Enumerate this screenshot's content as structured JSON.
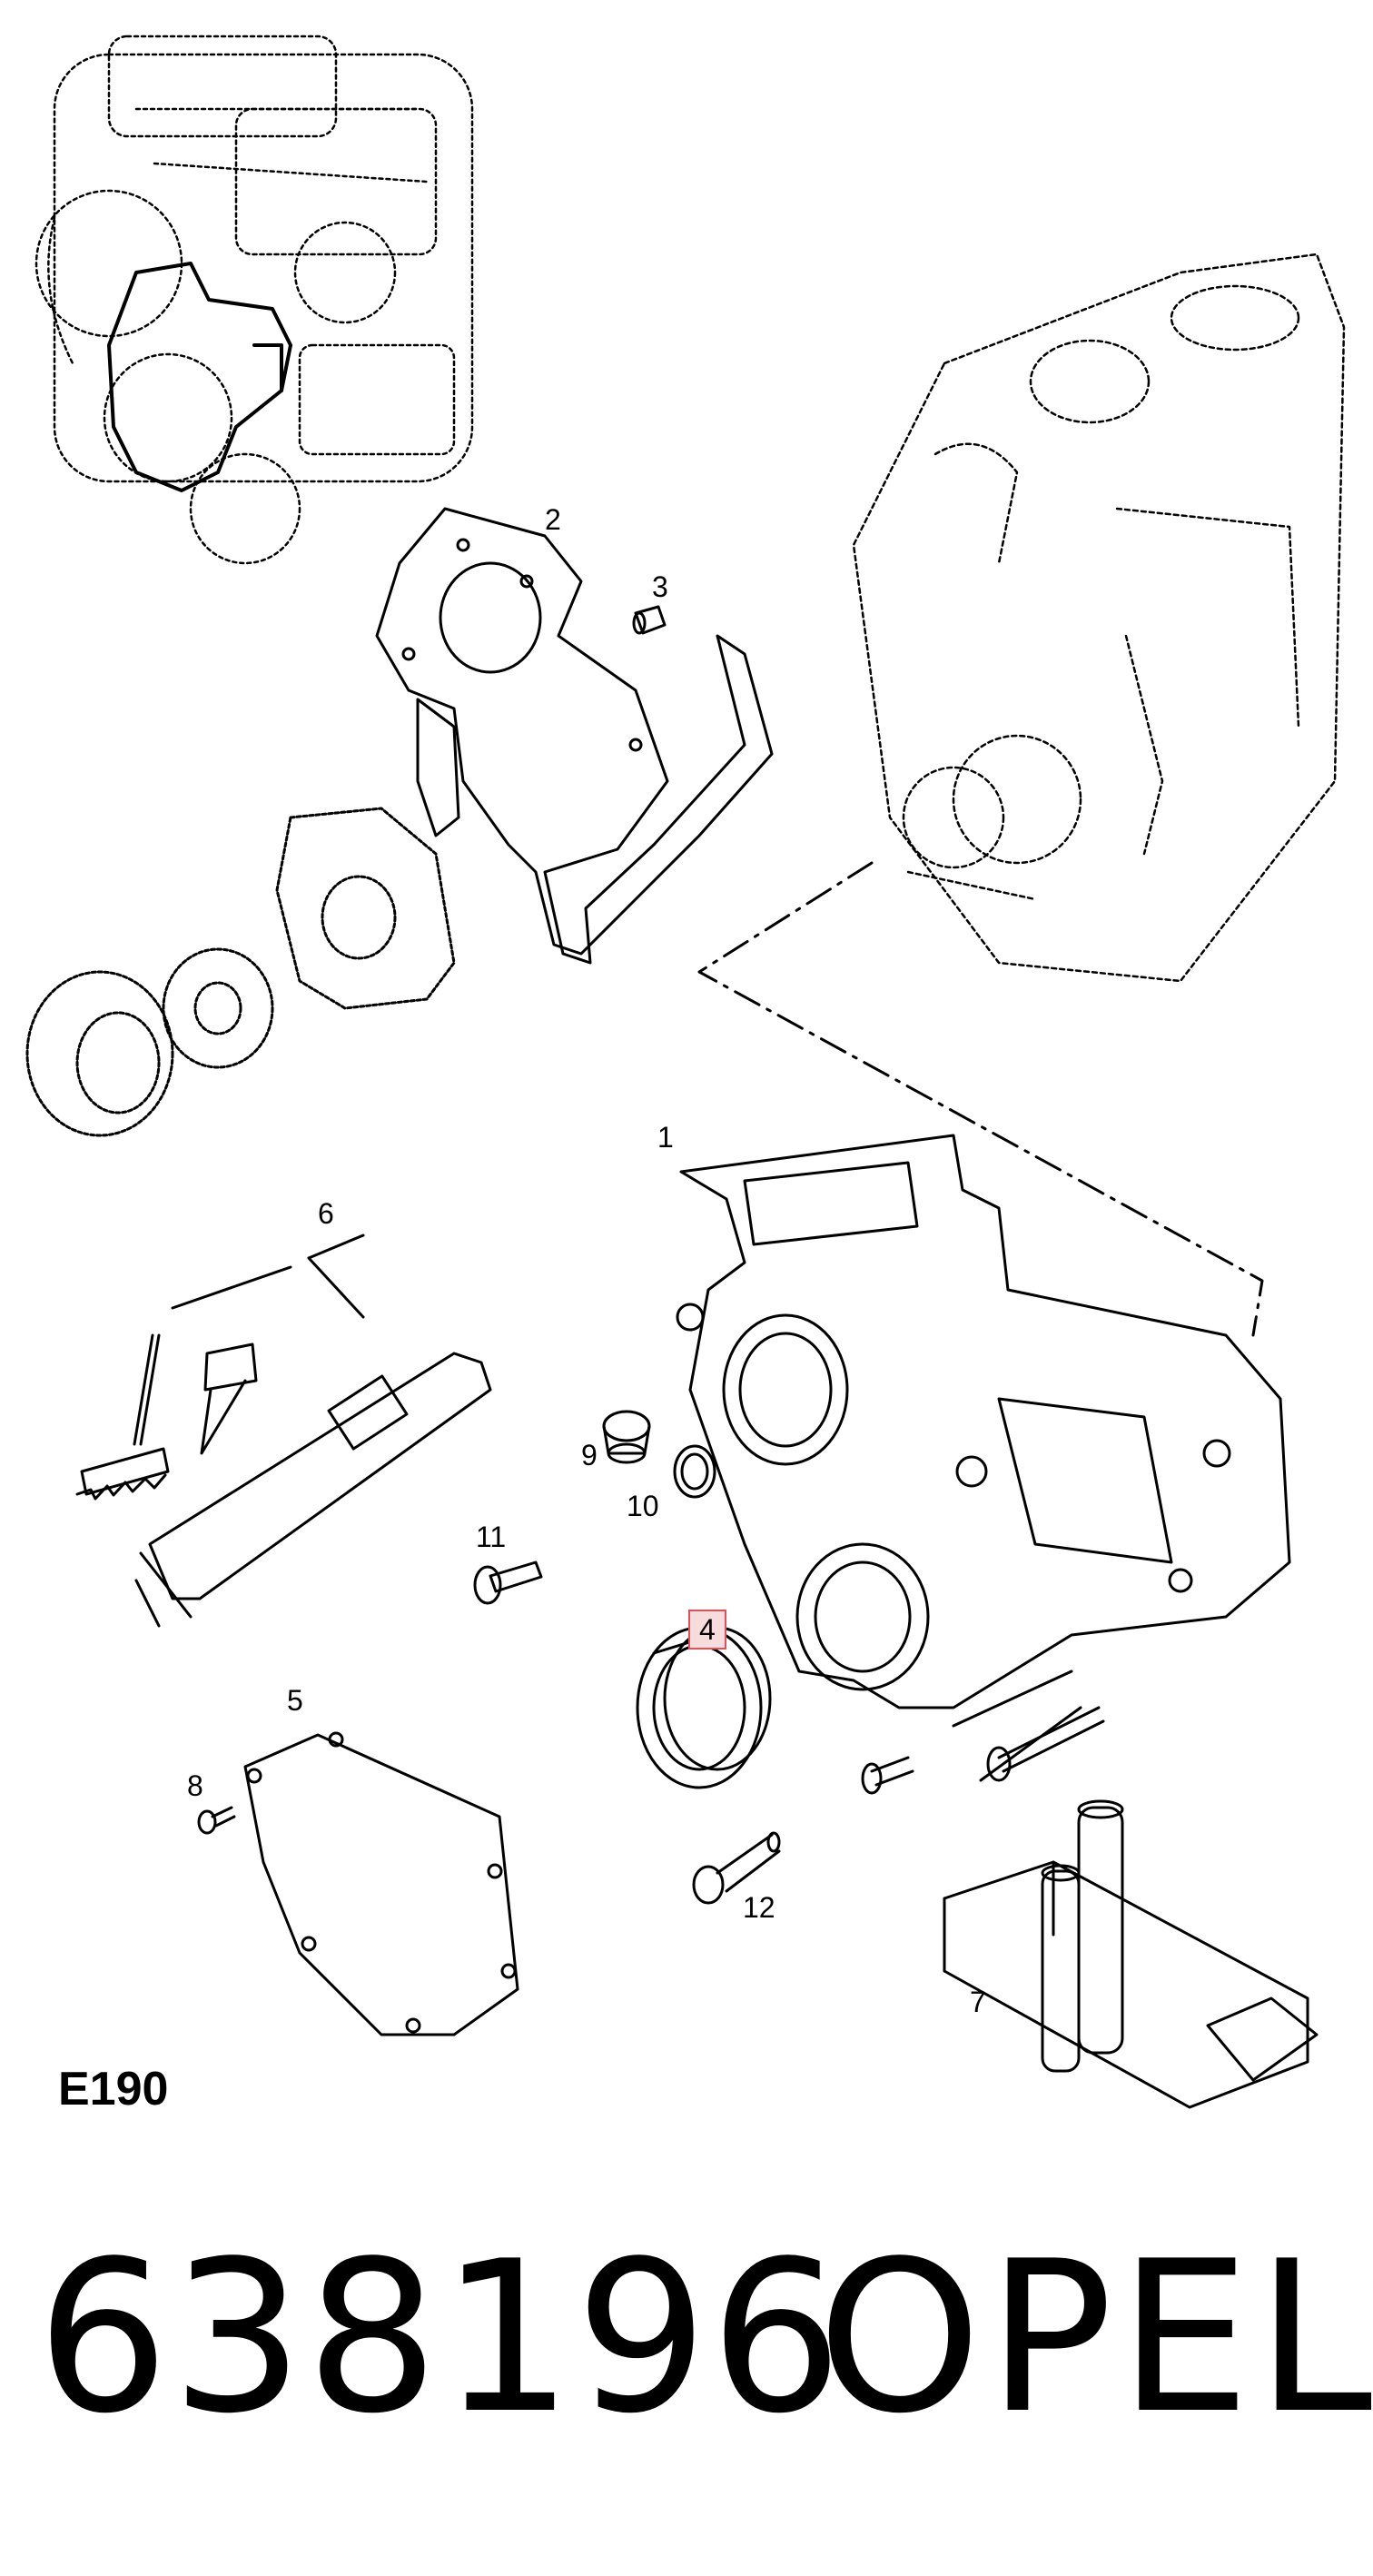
{
  "diagram": {
    "callouts": {
      "c1": "1",
      "c2": "2",
      "c3": "3",
      "c4": "4",
      "c5": "5",
      "c6": "6",
      "c7": "7",
      "c8": "8",
      "c9": "9",
      "c10": "10",
      "c11": "11",
      "c12": "12"
    },
    "highlighted_callout": "4",
    "highlight_color": "#e0505a",
    "section_code": "E190"
  },
  "footer": {
    "part_number": "638196",
    "brand": "OPEL"
  }
}
